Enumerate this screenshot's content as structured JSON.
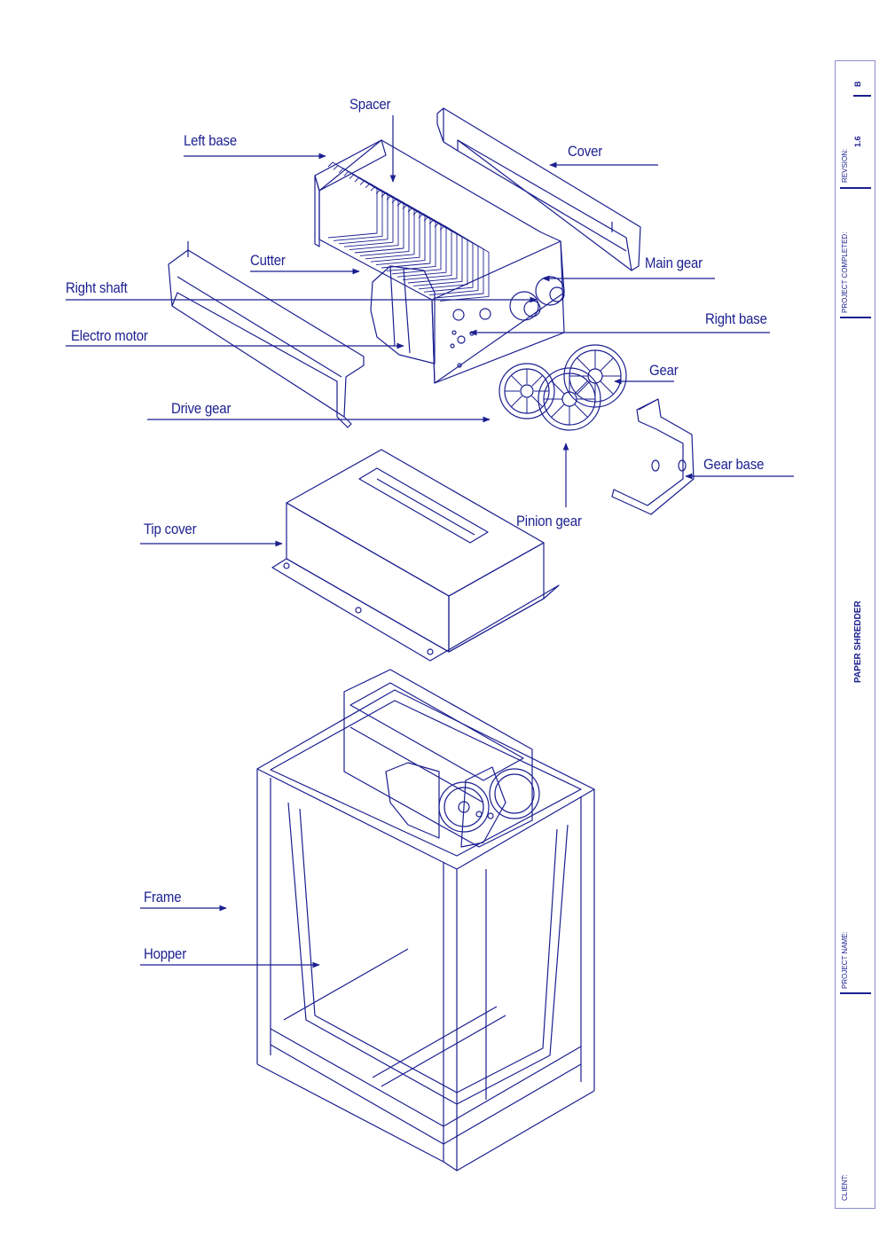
{
  "labels": {
    "spacer": "Spacer",
    "left_base": "Left base",
    "cover": "Cover",
    "main_gear": "Main gear",
    "cutter": "Cutter",
    "right_shaft": "Right shaft",
    "right_base": "Right base",
    "electro_motor": "Electro motor",
    "gear": "Gear",
    "drive_gear": "Drive gear",
    "gear_base": "Gear base",
    "pinion_gear": "Pinion gear",
    "tip_cover": "Tip cover",
    "frame": "Frame",
    "hopper": "Hopper"
  },
  "title_block": {
    "revision_value": "B",
    "revision_label": "REVSION:",
    "revision_number": "1.6",
    "project_completed_label": "PROJECT COMPLETED:",
    "project_title": "PAPER SHREDDER",
    "project_name_label": "PROJECT NAME:",
    "client_label": "CLIENT:"
  },
  "colors": {
    "ink": "#1b1f8f",
    "border": "#8a8ed0"
  }
}
